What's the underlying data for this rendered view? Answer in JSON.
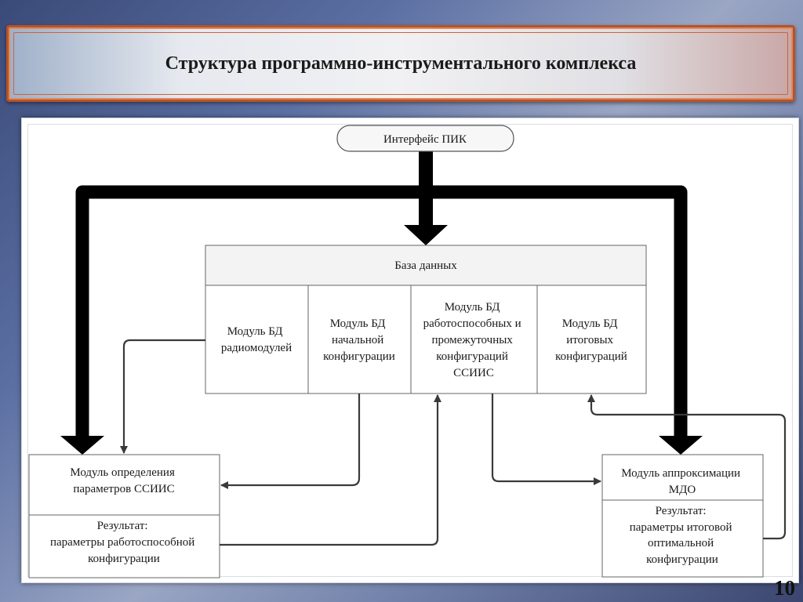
{
  "slide": {
    "title": "Структура программно-инструментального комплекса",
    "page_number": "10"
  },
  "diagram": {
    "interface": {
      "label": "Интерфейс ПИК"
    },
    "database": {
      "header": "База данных",
      "modules": [
        {
          "lines": [
            "Модуль БД",
            "радиомодулей"
          ]
        },
        {
          "lines": [
            "Модуль БД",
            "начальной",
            "конфигурации"
          ]
        },
        {
          "lines": [
            "Модуль БД",
            "работоспособных и",
            "промежуточных",
            "конфигураций",
            "ССИИС"
          ]
        },
        {
          "lines": [
            "Модуль БД",
            "итоговых",
            "конфигураций"
          ]
        }
      ]
    },
    "left_module": {
      "title_lines": [
        "Модуль определения",
        "параметров ССИИС"
      ],
      "result_lines": [
        "Результат:",
        "параметры работоспособной",
        "конфигурации"
      ]
    },
    "right_module": {
      "title_lines": [
        "Модуль аппроксимации",
        "МДО"
      ],
      "result_lines": [
        "Результат:",
        "параметры итоговой",
        "оптимальной",
        "конфигурации"
      ]
    }
  },
  "colors": {
    "title_border": "#b5542c",
    "box_fill": "#ffffff",
    "header_fill": "#f3f3f3",
    "arrow": "#000000",
    "connector": "#3a3a3a"
  }
}
